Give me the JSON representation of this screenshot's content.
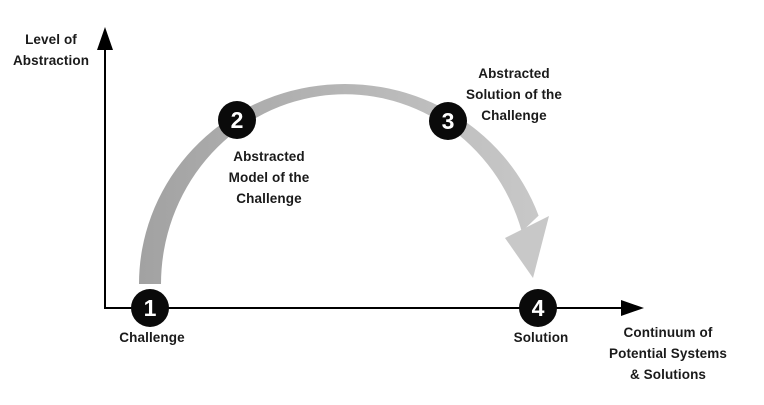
{
  "colors": {
    "background": "#ffffff",
    "axis": "#000000",
    "text": "#1a1a1a",
    "arc_start": "#a2a2a2",
    "arc_end": "#c8c8c8",
    "node_fill": "#0a0a0a",
    "node_number": "#ffffff"
  },
  "y_axis": {
    "label_lines": [
      "Level of",
      "Abstraction"
    ]
  },
  "x_axis": {
    "label_lines": [
      "Continuum of",
      "Potential Systems",
      "& Solutions"
    ]
  },
  "nodes": [
    {
      "number": "1",
      "label_lines": [
        "Challenge"
      ]
    },
    {
      "number": "2",
      "label_lines": [
        "Abstracted",
        "Model of the",
        "Challenge"
      ]
    },
    {
      "number": "3",
      "label_lines": [
        "Abstracted",
        "Solution of the",
        "Challenge"
      ]
    },
    {
      "number": "4",
      "label_lines": [
        "Solution"
      ]
    }
  ]
}
